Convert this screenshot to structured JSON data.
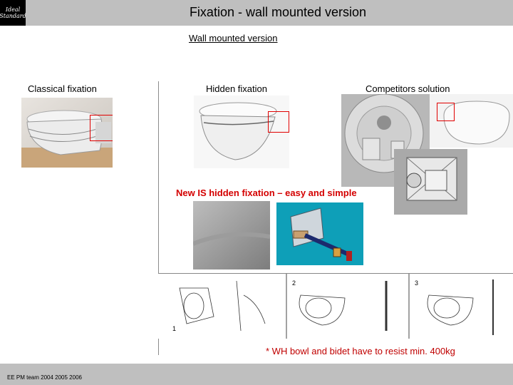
{
  "header": {
    "title": "Fixation - wall mounted version",
    "logo_line1": "Ideal",
    "logo_line2": "Standard"
  },
  "subtitle": "Wall mounted version",
  "sections": {
    "classical": "Classical fixation",
    "hidden": "Hidden fixation",
    "competitors": "Competitors solution"
  },
  "new_fixation_title": "New IS hidden fixation – easy and simple",
  "diagram_steps": [
    "1",
    "2",
    "3"
  ],
  "footnote": "* WH bowl and bidet have to resist min. 400kg",
  "footer": "EE PM team 2004 2005 2006",
  "colors": {
    "header_bg": "#bfbfbf",
    "accent_red": "#d40000",
    "box_red": "#e00000"
  }
}
